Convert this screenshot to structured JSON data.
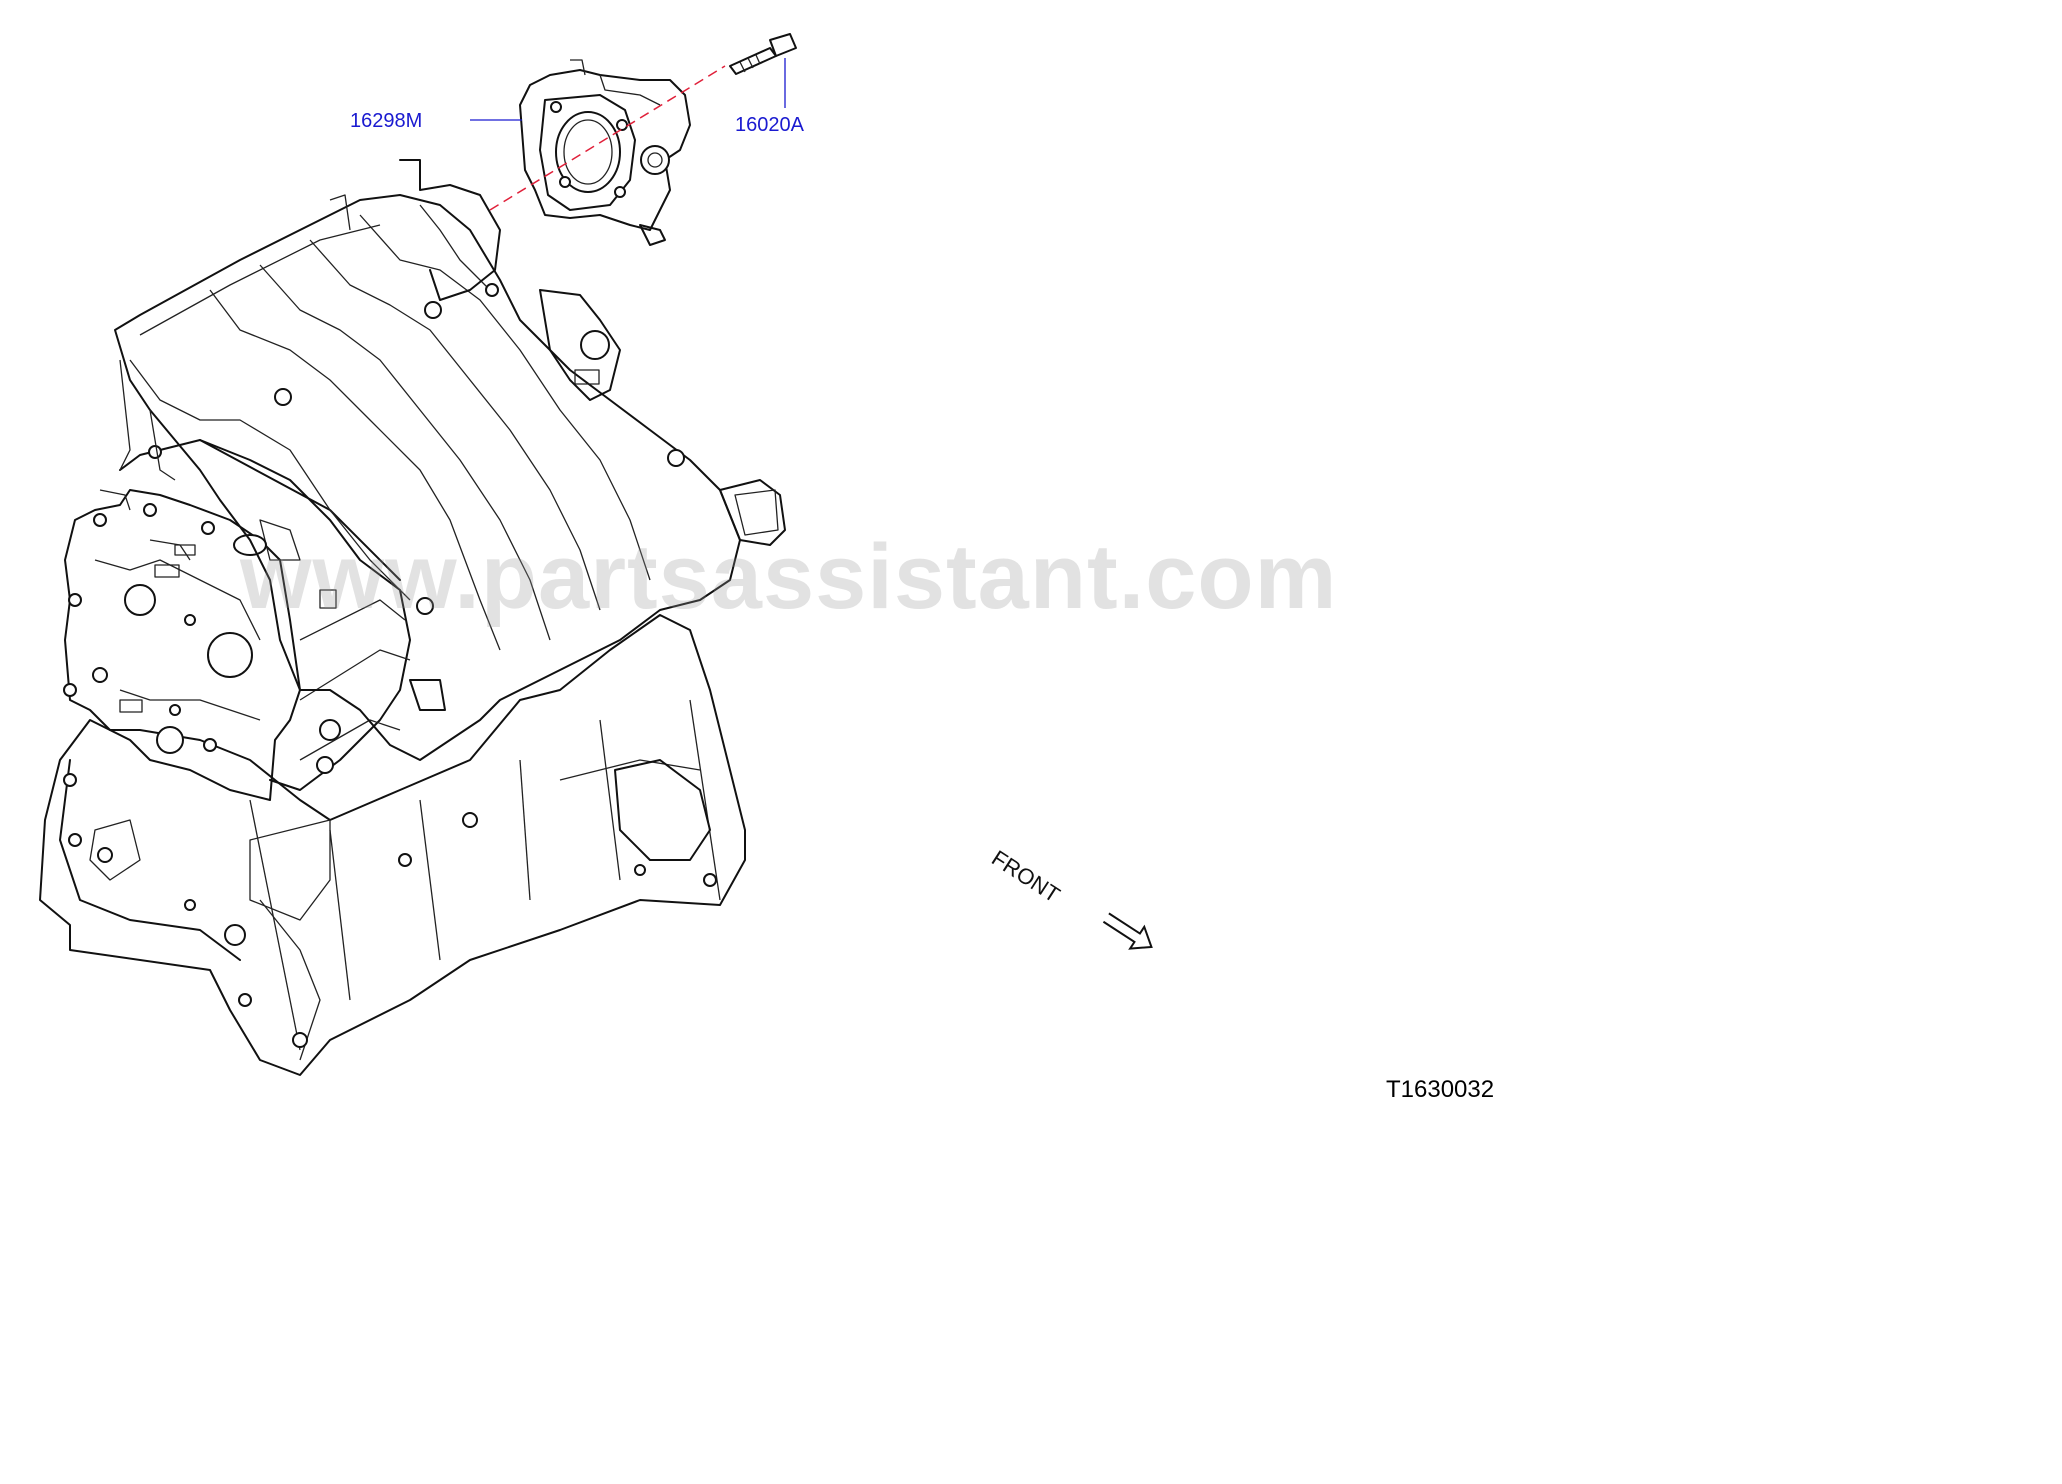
{
  "callouts": [
    {
      "id": "throttle-gasket",
      "label": "16298M"
    },
    {
      "id": "throttle-bolt",
      "label": "16020A"
    }
  ],
  "front_indicator": {
    "label": "FRONT"
  },
  "diagram_code": "T1630032",
  "watermark": "www.partsassistant.com",
  "colors": {
    "callout_text": "#1a1ad0",
    "leader_line": "#1a1ad0",
    "centerline": "#e0203a",
    "linework": "#111111"
  }
}
